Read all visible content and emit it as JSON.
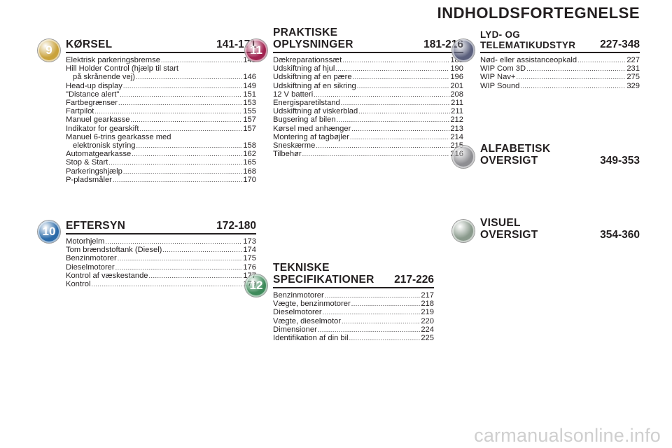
{
  "page_title": "INDHOLDSFORTEGNELSE",
  "sections": [
    {
      "badge": "9",
      "badge_color": "#c9a23b",
      "title": "KØRSEL",
      "range": "141-171",
      "entries": [
        {
          "text": "Elektrisk parkeringsbremse",
          "page": "141"
        },
        {
          "text": "Hill Holder Control (hjælp til start",
          "page": ""
        },
        {
          "text": "på skrånende vej)",
          "page": "146"
        },
        {
          "text": "Head-up display",
          "page": "149"
        },
        {
          "text": "\"Distance alert\"",
          "page": "151"
        },
        {
          "text": "Fartbegrænser",
          "page": "153"
        },
        {
          "text": "Fartpilot",
          "page": "155"
        },
        {
          "text": "Manuel gearkasse",
          "page": "157"
        },
        {
          "text": "Indikator for gearskift",
          "page": "157"
        },
        {
          "text": "Manuel 6-trins gearkasse med",
          "page": ""
        },
        {
          "text": "elektronisk styring",
          "page": "158"
        },
        {
          "text": "Automatgearkasse",
          "page": "162"
        },
        {
          "text": "Stop & Start",
          "page": "165"
        },
        {
          "text": "Parkeringshjælp",
          "page": "168"
        },
        {
          "text": "P-pladsmåler",
          "page": "170"
        }
      ]
    },
    {
      "badge": "11",
      "badge_color": "#a0224f",
      "title": "PRAKTISKE\nOPLYSNINGER",
      "range": "181-216",
      "entries": [
        {
          "text": "Dækreparationssæt",
          "page": "181"
        },
        {
          "text": "Udskiftning af hjul",
          "page": "190"
        },
        {
          "text": "Udskiftning af en pære",
          "page": "196"
        },
        {
          "text": "Udskiftning af en sikring",
          "page": "201"
        },
        {
          "text": "12 V batteri",
          "page": "208"
        },
        {
          "text": "Energisparetilstand",
          "page": "211"
        },
        {
          "text": "Udskiftning af viskerblad",
          "page": "211"
        },
        {
          "text": "Bugsering af bilen",
          "page": "212"
        },
        {
          "text": "Kørsel med anhænger",
          "page": "213"
        },
        {
          "text": "Montering af tagbøjler",
          "page": "214"
        },
        {
          "text": "Sneskærme",
          "page": "215"
        },
        {
          "text": "Tilbehør",
          "page": "216"
        }
      ]
    },
    {
      "badge": "",
      "badge_color": "#5a5f7c",
      "title": "LYD- OG\nTELEMATIKUDSTYR",
      "range": "227-348",
      "entries": [
        {
          "text": "Nød- eller assistanceopkald",
          "page": "227"
        },
        {
          "text": "WIP Com 3D",
          "page": "231"
        },
        {
          "text": "WIP Nav+",
          "page": "275"
        },
        {
          "text": "WIP Sound",
          "page": "329"
        }
      ]
    },
    {
      "badge": "",
      "badge_color": "#8e8e92",
      "title": "ALFABETISK\nOVERSIGT",
      "range": "349-353",
      "entries": []
    },
    {
      "badge": "10",
      "badge_color": "#2a6aa8",
      "title": "EFTERSYN",
      "range": "172-180",
      "entries": [
        {
          "text": "Motorhjelm",
          "page": "173"
        },
        {
          "text": "Tom brændstoftank (Diesel)",
          "page": "174"
        },
        {
          "text": "Benzinmotorer",
          "page": "175"
        },
        {
          "text": "Dieselmotorer",
          "page": "176"
        },
        {
          "text": "Kontrol af væskestande",
          "page": "177"
        },
        {
          "text": "Kontrol",
          "page": "179"
        }
      ]
    },
    {
      "badge": "",
      "badge_color": "#8a9a8c",
      "title": "VISUEL\nOVERSIGT",
      "range": "354-360",
      "entries": []
    },
    {
      "badge": "12",
      "badge_color": "#3e8a5a",
      "title": "TEKNISKE\nSPECIFIKATIONER",
      "range": "217-226",
      "entries": [
        {
          "text": "Benzinmotorer",
          "page": "217"
        },
        {
          "text": "Vægte, benzinmotorer",
          "page": "218"
        },
        {
          "text": "Dieselmotorer",
          "page": "219"
        },
        {
          "text": "Vægte, dieselmotor",
          "page": "220"
        },
        {
          "text": "Dimensioner",
          "page": "224"
        },
        {
          "text": "Identifikation af din bil",
          "page": "225"
        }
      ]
    }
  ],
  "watermark": "carmanualsonline.info"
}
